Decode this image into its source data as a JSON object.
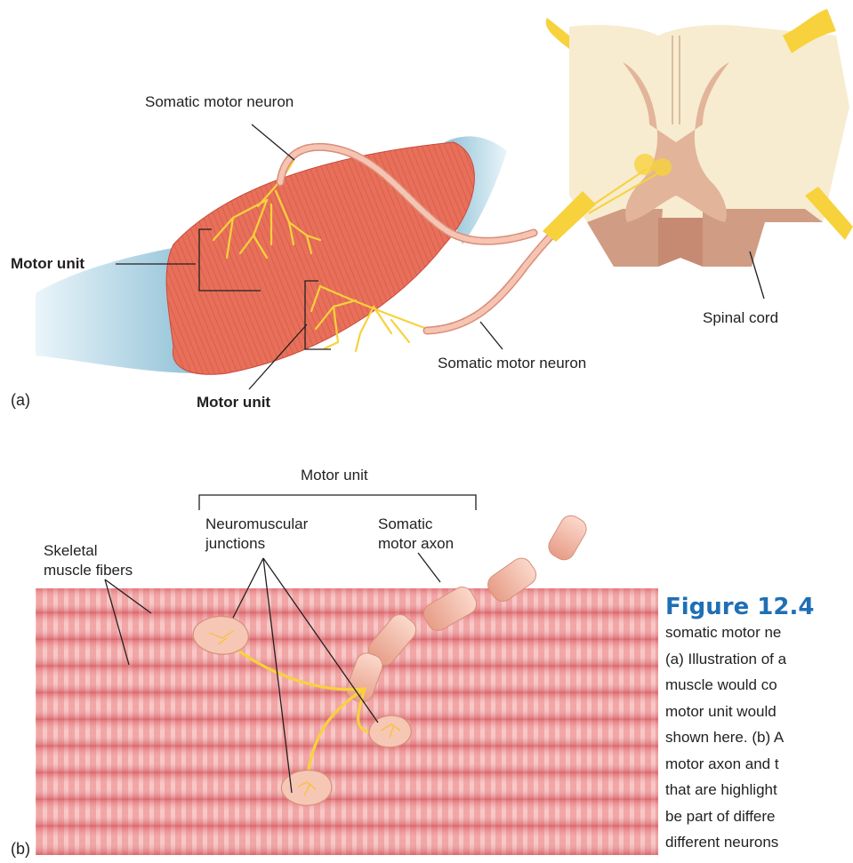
{
  "panel_a": {
    "panel_label": "(a)",
    "labels": {
      "somatic_motor_neuron_top": "Somatic motor neuron",
      "motor_unit_left": "Motor unit",
      "motor_unit_bottom": "Motor unit",
      "somatic_motor_neuron_bottom": "Somatic motor neuron",
      "spinal_cord": "Spinal cord"
    }
  },
  "panel_b": {
    "panel_label": "(b)",
    "labels": {
      "motor_unit": "Motor unit",
      "neuromuscular_line1": "Neuromuscular",
      "neuromuscular_line2": "junctions",
      "somatic_line1": "Somatic",
      "somatic_line2": "motor axon",
      "skeletal_line1": "Skeletal",
      "skeletal_line2": "muscle fibers"
    }
  },
  "figure": {
    "title": "Figure 12.4",
    "caption_lines": [
      "somatic motor ne",
      "(a) Illustration of a",
      "muscle would co",
      "motor unit would",
      "shown here. (b) A",
      "motor axon and t",
      "that are highlight",
      "be part of differe",
      "different neurons"
    ]
  },
  "colors": {
    "muscle": "#e8705a",
    "muscle_dark": "#c94a3c",
    "tendon": "#a9cfe0",
    "nerve": "#f7d23c",
    "axon_sheath": "#f3b9a7",
    "spinal_white": "#f7ecd0",
    "spinal_gray": "#e2b49a",
    "fiber_band": "#e88a8c",
    "title_blue": "#1f6fb5"
  }
}
